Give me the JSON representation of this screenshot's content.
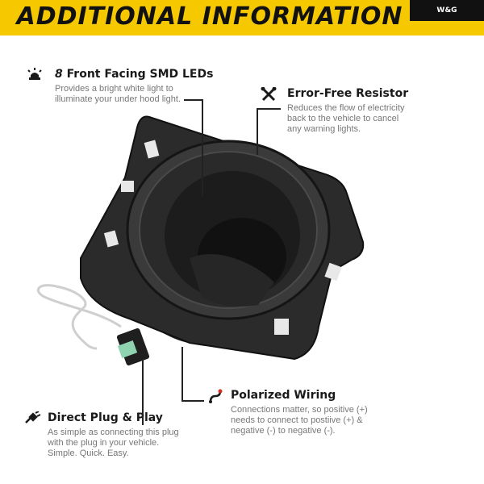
{
  "banner": {
    "title": "ADDITIONAL INFORMATION",
    "brand": "W&G"
  },
  "features": {
    "leds": {
      "number": "8",
      "title": "Front Facing SMD LEDs",
      "desc": "Provides a bright white light to illuminate your under hood light."
    },
    "resistor": {
      "title": "Error-Free Resistor",
      "desc": "Reduces the flow of electricity back to the vehicle to cancel any warning lights."
    },
    "wiring": {
      "title": "Polarized Wiring",
      "desc": "Connections matter, so positive (+) needs to connect to postiive (+) & negative (-) to negative (-)."
    },
    "plug": {
      "title": "Direct Plug & Play",
      "desc": "As simple as connecting this plug with the plug in your vehicle. Simple. Quick. Easy."
    }
  },
  "icons": {
    "leds": "light-icon",
    "resistor": "tools-icon",
    "wiring": "wire-icon",
    "plug": "plug-icon"
  },
  "colors": {
    "banner": "#f6c800",
    "accent": "#d32f1f",
    "dark": "#1a1a1a"
  }
}
